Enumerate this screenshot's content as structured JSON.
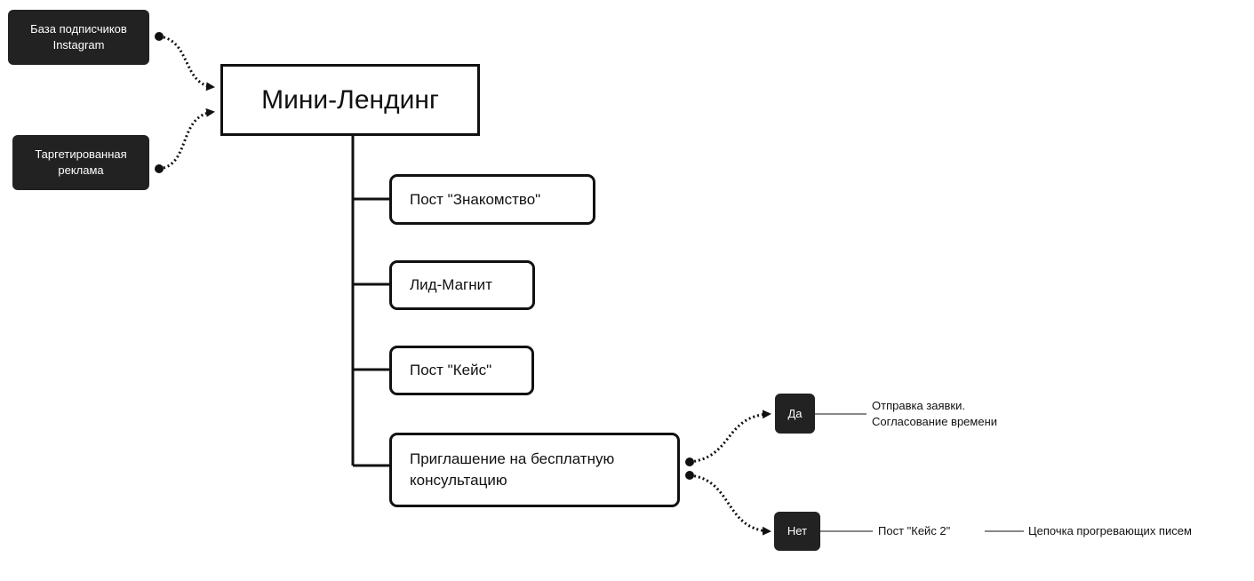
{
  "main_node": {
    "title": "Мини-Лендинг"
  },
  "sources": {
    "instagram": [
      "База подписчиков",
      "Instagram"
    ],
    "ads": [
      "Таргетированная",
      "реклама"
    ]
  },
  "branches": {
    "post_intro": "Пост \"Знакомство\"",
    "lead_magnet": "Лид-Магнит",
    "post_case": "Пост \"Кейс\"",
    "invitation": [
      "Приглашение на бесплатную",
      "консультацию"
    ]
  },
  "decisions": {
    "yes": "Да",
    "no": "Нет"
  },
  "outcomes": {
    "yes_result": [
      "Отправка заявки.",
      "Согласование времени"
    ],
    "no_step": "Пост \"Кейс 2\"",
    "no_result": "Цепочка прогревающих писем"
  },
  "colors": {
    "dark_node": "#222222",
    "stroke": "#111111",
    "background": "#ffffff"
  }
}
